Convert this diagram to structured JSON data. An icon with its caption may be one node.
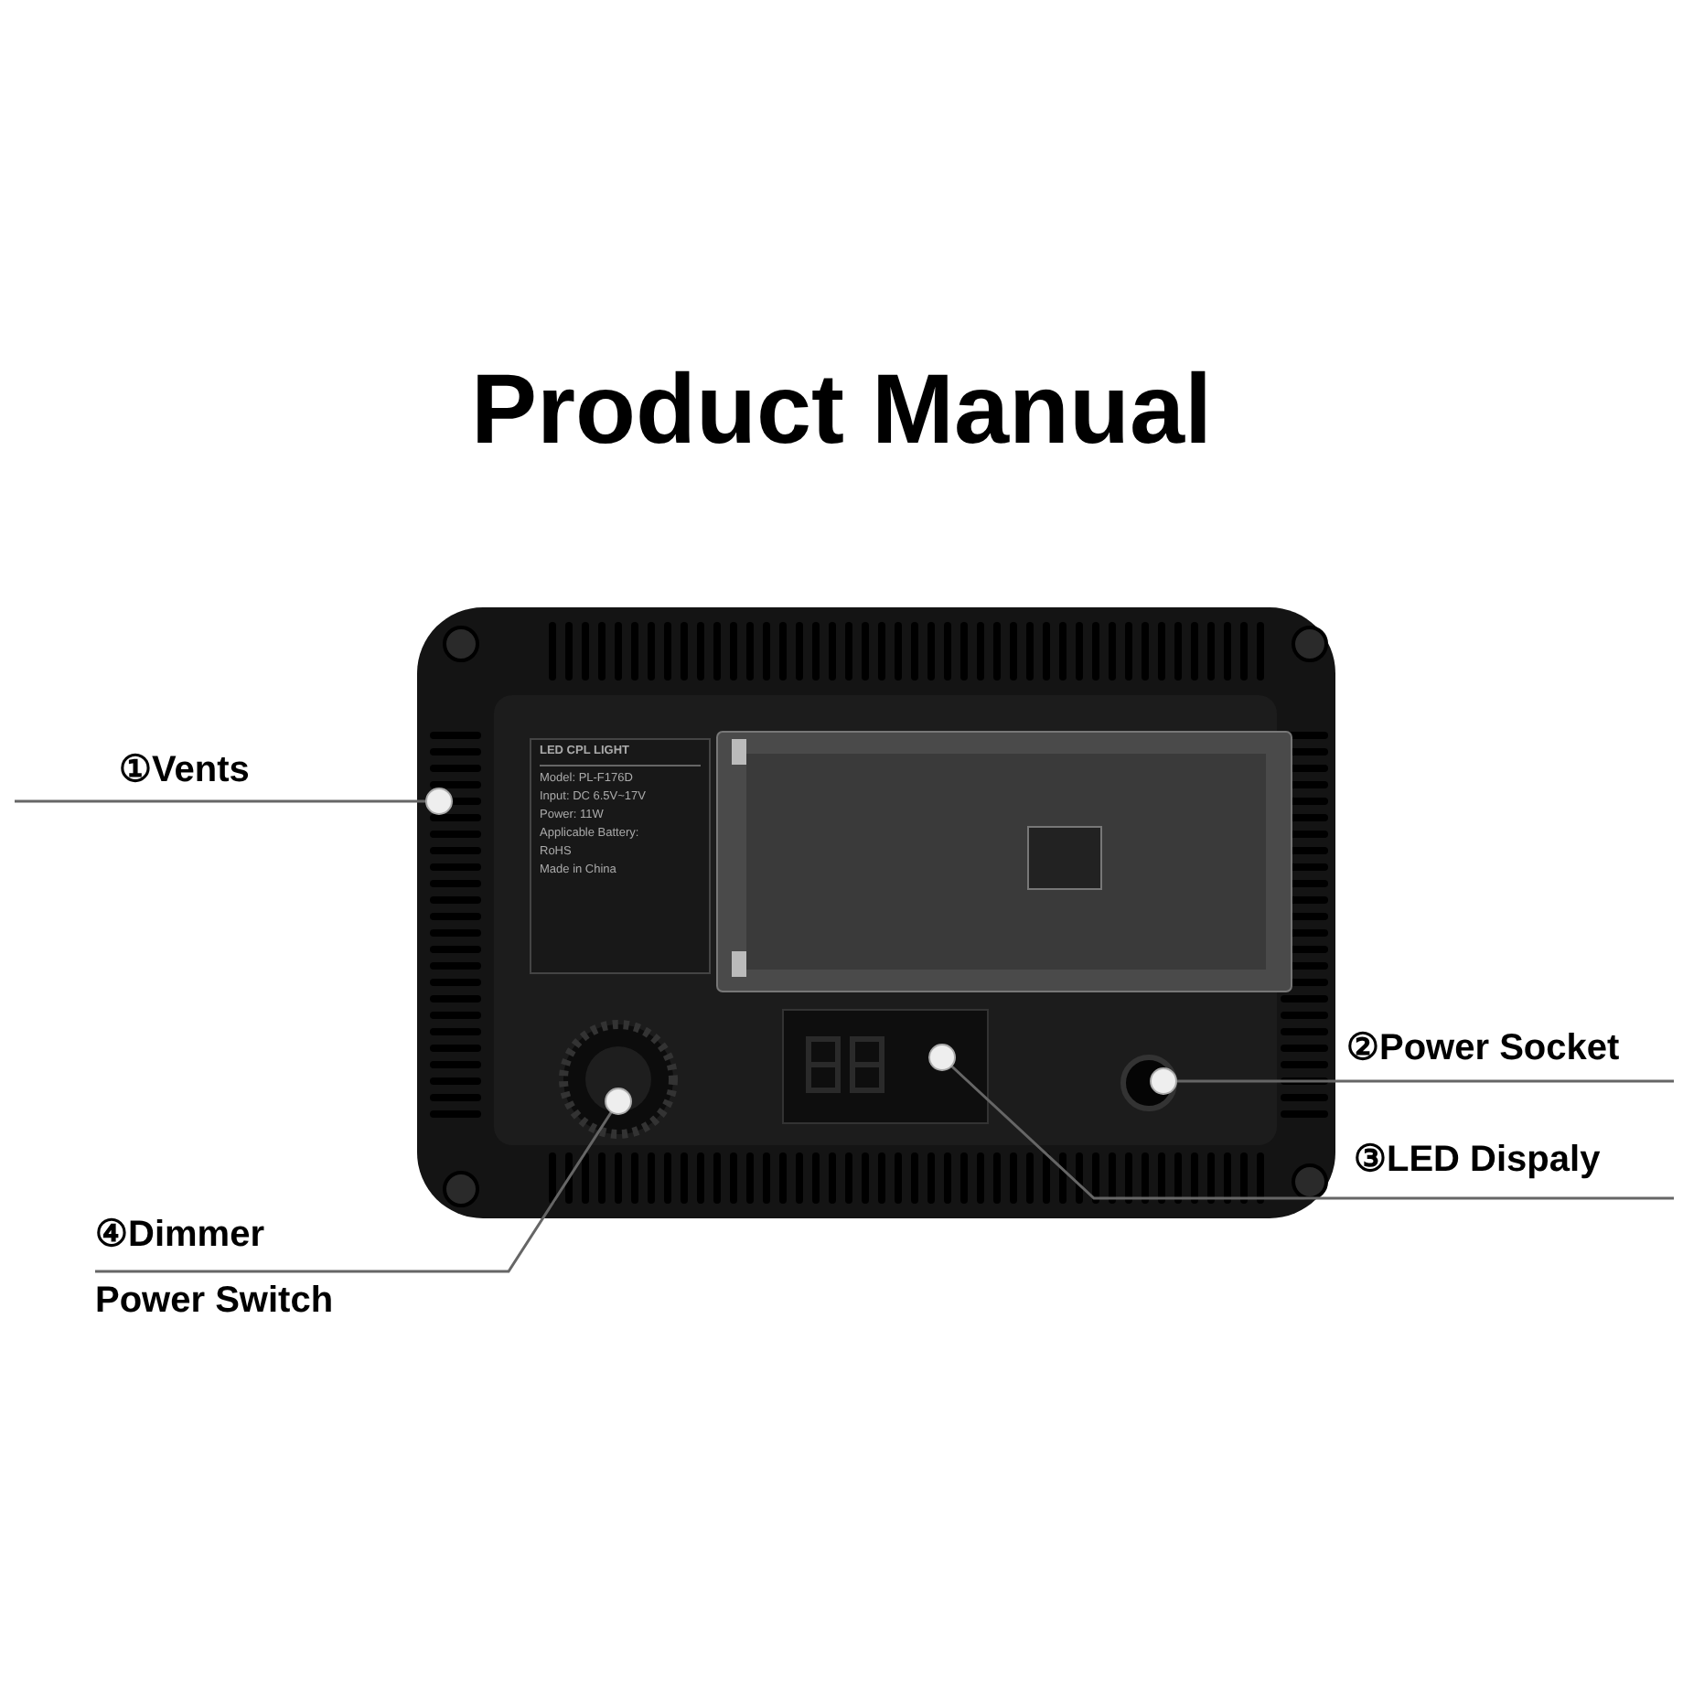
{
  "diagram": {
    "title": "Product Manual",
    "nodes": [
      {
        "text": [
          "①Vents"
        ]
      },
      {
        "text": [],
        "shape": "circle"
      },
      {
        "text": [
          "②Power Socket"
        ]
      },
      {
        "text": [],
        "shape": "circle"
      },
      {
        "text": [
          "③LED Dispaly"
        ]
      },
      {
        "text": [],
        "shape": "circle"
      },
      {
        "text": [
          "④Dimmer",
          "Power Switch"
        ]
      },
      {
        "text": [],
        "shape": "circle"
      }
    ],
    "edges": [
      {
        "from": 0,
        "to": 1,
        "arrow": "none"
      },
      {
        "from": 2,
        "to": 3,
        "arrow": "none"
      },
      {
        "from": 4,
        "to": 5,
        "arrow": "none"
      },
      {
        "from": 6,
        "to": 7,
        "arrow": "none"
      }
    ],
    "labels": [
      "LED CPL LIGHT",
      "Model: PL-F176D",
      "Input: DC 6.5V~17V",
      "Power: 11W",
      "Applicable Battery:",
      "RoHS",
      "Made in China"
    ]
  }
}
